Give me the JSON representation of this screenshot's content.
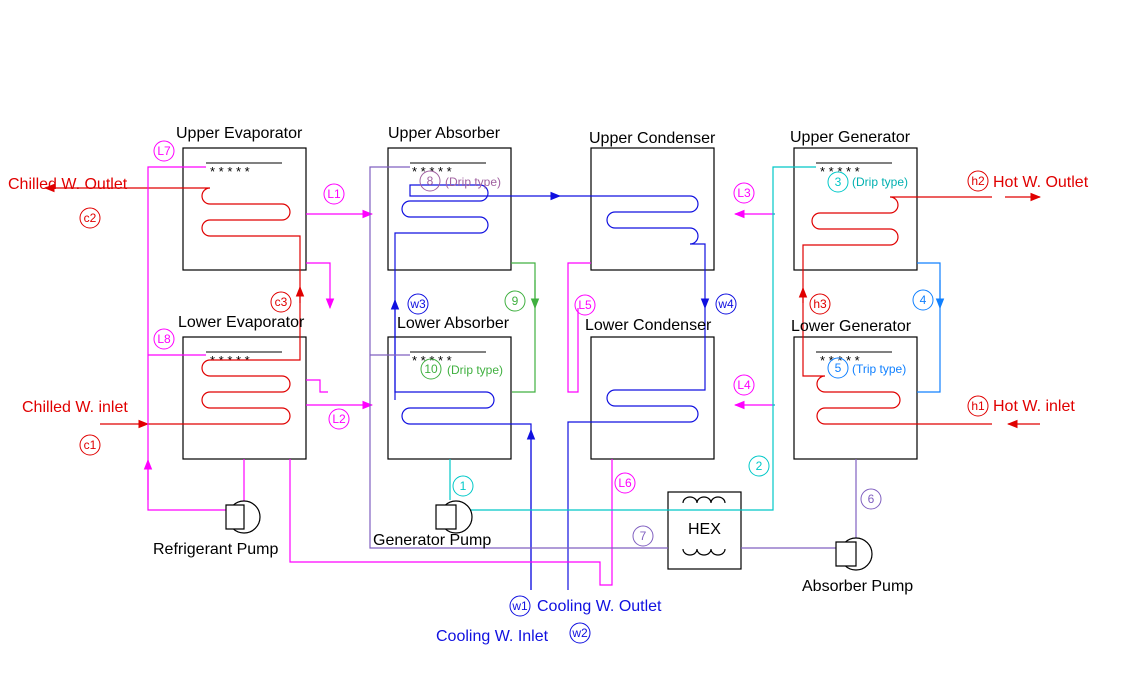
{
  "components": {
    "upper_evaporator": "Upper Evaporator",
    "upper_absorber": "Upper Absorber",
    "upper_condenser": "Upper Condenser",
    "upper_generator": "Upper Generator",
    "lower_evaporator": "Lower Evaporator",
    "lower_absorber": "Lower Absorber",
    "lower_condenser": "Lower Condenser",
    "lower_generator": "Lower Generator",
    "hex": "HEX",
    "refrigerant_pump": "Refrigerant Pump",
    "generator_pump": "Generator Pump",
    "absorber_pump": "Absorber Pump"
  },
  "streams": {
    "chilled_outlet": "Chilled W. Outlet",
    "chilled_inlet": "Chilled W. inlet",
    "hot_outlet": "Hot W. Outlet",
    "hot_inlet": "Hot W. inlet",
    "cooling_outlet": "Cooling W. Outlet",
    "cooling_inlet": "Cooling W. Inlet"
  },
  "drip_types": {
    "upper_absorber": "(Drip type)",
    "upper_generator": "(Drip type)",
    "lower_absorber": "(Drip type)",
    "lower_generator": "(Trip type)"
  },
  "markers": {
    "c1": "c1",
    "c2": "c2",
    "c3": "c3",
    "h1": "h1",
    "h2": "h2",
    "h3": "h3",
    "w1": "w1",
    "w2": "w2",
    "w3": "w3",
    "w4": "w4",
    "L1": "L1",
    "L2": "L2",
    "L3": "L3",
    "L4": "L4",
    "L5": "L5",
    "L6": "L6",
    "L7": "L7",
    "L8": "L8",
    "n1": "1",
    "n2": "2",
    "n3": "3",
    "n4": "4",
    "n5": "5",
    "n6": "6",
    "n7": "7",
    "n8": "8",
    "n9": "9",
    "n10": "10"
  },
  "colors": {
    "chilled": "#e00000",
    "hot": "#e00000",
    "cooling": "#1010e0",
    "refrigerant": "#ff00ff",
    "solution_1": "#00c8c8",
    "solution_6": "#8060c0",
    "solution_9": "#40b040",
    "solution_4": "#1080ff"
  }
}
